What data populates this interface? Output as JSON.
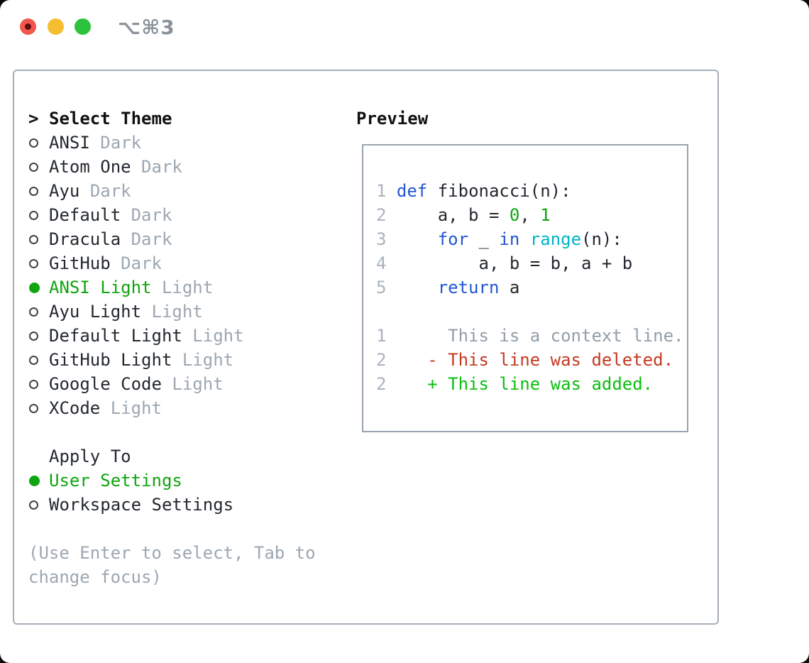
{
  "window": {
    "shortcut_label": "⌥⌘3",
    "traffic_lights": [
      {
        "name": "close",
        "color": "#f2564d"
      },
      {
        "name": "minimize",
        "color": "#f5bd30"
      },
      {
        "name": "zoom",
        "color": "#2cc23d"
      }
    ]
  },
  "theme_picker": {
    "title_caret": ">",
    "title": "Select Theme",
    "themes": [
      {
        "name": "ANSI",
        "tag": "Dark",
        "selected": false
      },
      {
        "name": "Atom One",
        "tag": "Dark",
        "selected": false
      },
      {
        "name": "Ayu",
        "tag": "Dark",
        "selected": false
      },
      {
        "name": "Default",
        "tag": "Dark",
        "selected": false
      },
      {
        "name": "Dracula",
        "tag": "Dark",
        "selected": false
      },
      {
        "name": "GitHub",
        "tag": "Dark",
        "selected": false
      },
      {
        "name": "ANSI Light",
        "tag": "Light",
        "selected": true
      },
      {
        "name": "Ayu Light",
        "tag": "Light",
        "selected": false
      },
      {
        "name": "Default Light",
        "tag": "Light",
        "selected": false
      },
      {
        "name": "GitHub Light",
        "tag": "Light",
        "selected": false
      },
      {
        "name": "Google Code",
        "tag": "Light",
        "selected": false
      },
      {
        "name": "XCode",
        "tag": "Light",
        "selected": false
      }
    ],
    "apply_to": {
      "label": "Apply To",
      "options": [
        {
          "name": "User Settings",
          "selected": true
        },
        {
          "name": "Workspace Settings",
          "selected": false
        }
      ]
    },
    "hint_lines": [
      "(Use Enter to select, Tab to",
      "change focus)"
    ]
  },
  "preview": {
    "title": "Preview",
    "code_lines": [
      {
        "parts": [
          [
            "1 ",
            "ln"
          ],
          [
            "def",
            "kw"
          ],
          [
            " fibonacci(n):",
            "pl"
          ]
        ]
      },
      {
        "parts": [
          [
            "2 ",
            "ln"
          ],
          [
            "    a, b = ",
            "pl"
          ],
          [
            "0",
            "lit"
          ],
          [
            ", ",
            "pl"
          ],
          [
            "1",
            "lit"
          ]
        ]
      },
      {
        "parts": [
          [
            "3 ",
            "ln"
          ],
          [
            "    ",
            "pl"
          ],
          [
            "for",
            "kw"
          ],
          [
            " _ ",
            "pl"
          ],
          [
            "in",
            "kw"
          ],
          [
            " ",
            "pl"
          ],
          [
            "range",
            "bi"
          ],
          [
            "(n):",
            "pl"
          ]
        ]
      },
      {
        "parts": [
          [
            "4 ",
            "ln"
          ],
          [
            "        a, b = b, a + b",
            "pl"
          ]
        ]
      },
      {
        "parts": [
          [
            "5 ",
            "ln"
          ],
          [
            "    ",
            "pl"
          ],
          [
            "return",
            "kw"
          ],
          [
            " a",
            "pl"
          ]
        ]
      }
    ],
    "diff_lines": [
      {
        "parts": [
          [
            "1",
            "ln"
          ],
          [
            "      ",
            "pl"
          ],
          [
            "This is a context line.",
            "ctx"
          ]
        ]
      },
      {
        "parts": [
          [
            "2",
            "ln"
          ],
          [
            "    ",
            "pl"
          ],
          [
            "- This line was deleted.",
            "del"
          ]
        ]
      },
      {
        "parts": [
          [
            "2",
            "ln"
          ],
          [
            "    ",
            "pl"
          ],
          [
            "+ This line was added.",
            "add"
          ]
        ]
      }
    ]
  },
  "colors": {
    "text": "#23282f",
    "dim": "#9ca7b2",
    "line_number": "#a9b2bd",
    "selected_green": "#0fa50f",
    "diff_added": "#0abf0f",
    "diff_deleted": "#c43a21",
    "keyword_blue": "#2157d4",
    "builtin_cyan": "#00b5c4",
    "panel_border": "#a6aeb9"
  }
}
